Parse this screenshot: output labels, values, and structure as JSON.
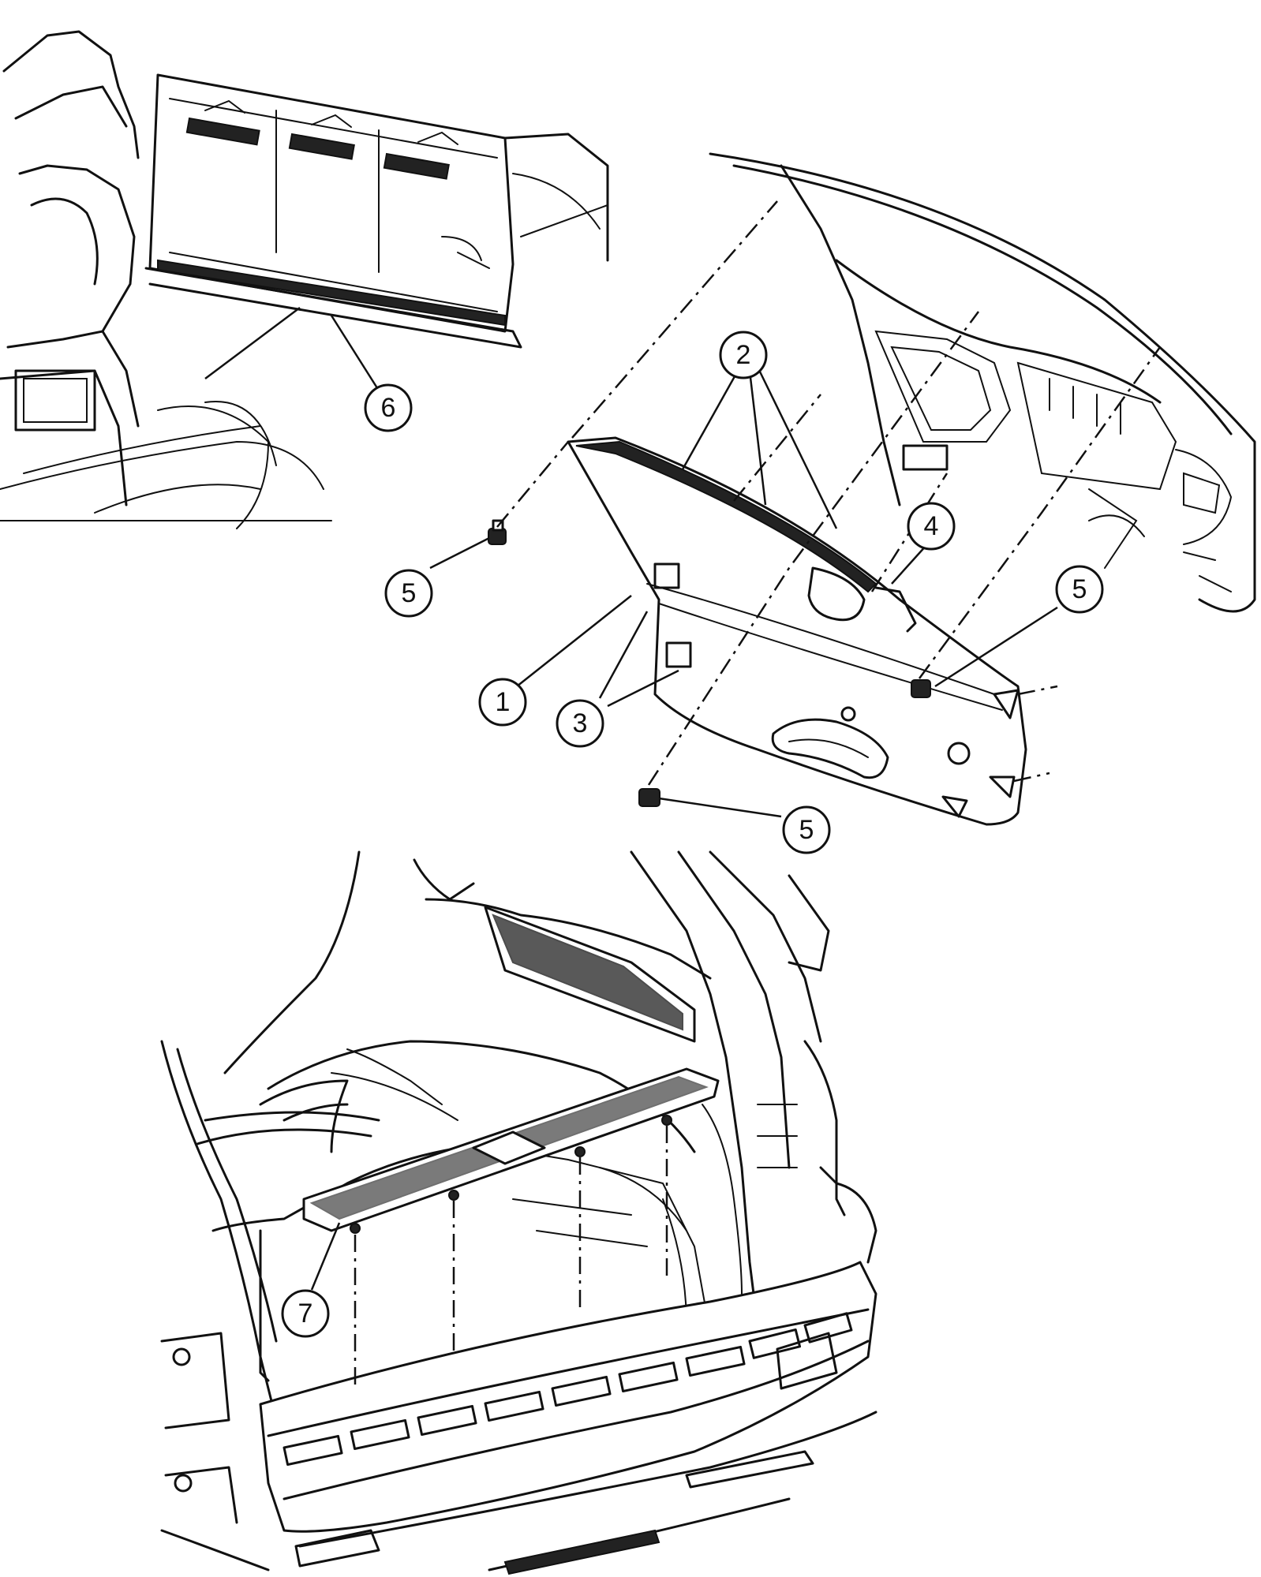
{
  "callouts": {
    "c1": "1",
    "c2": "2",
    "c3": "3",
    "c4": "4",
    "c5a": "5",
    "c5b": "5",
    "c5c": "5",
    "c6": "6",
    "c7": "7"
  }
}
